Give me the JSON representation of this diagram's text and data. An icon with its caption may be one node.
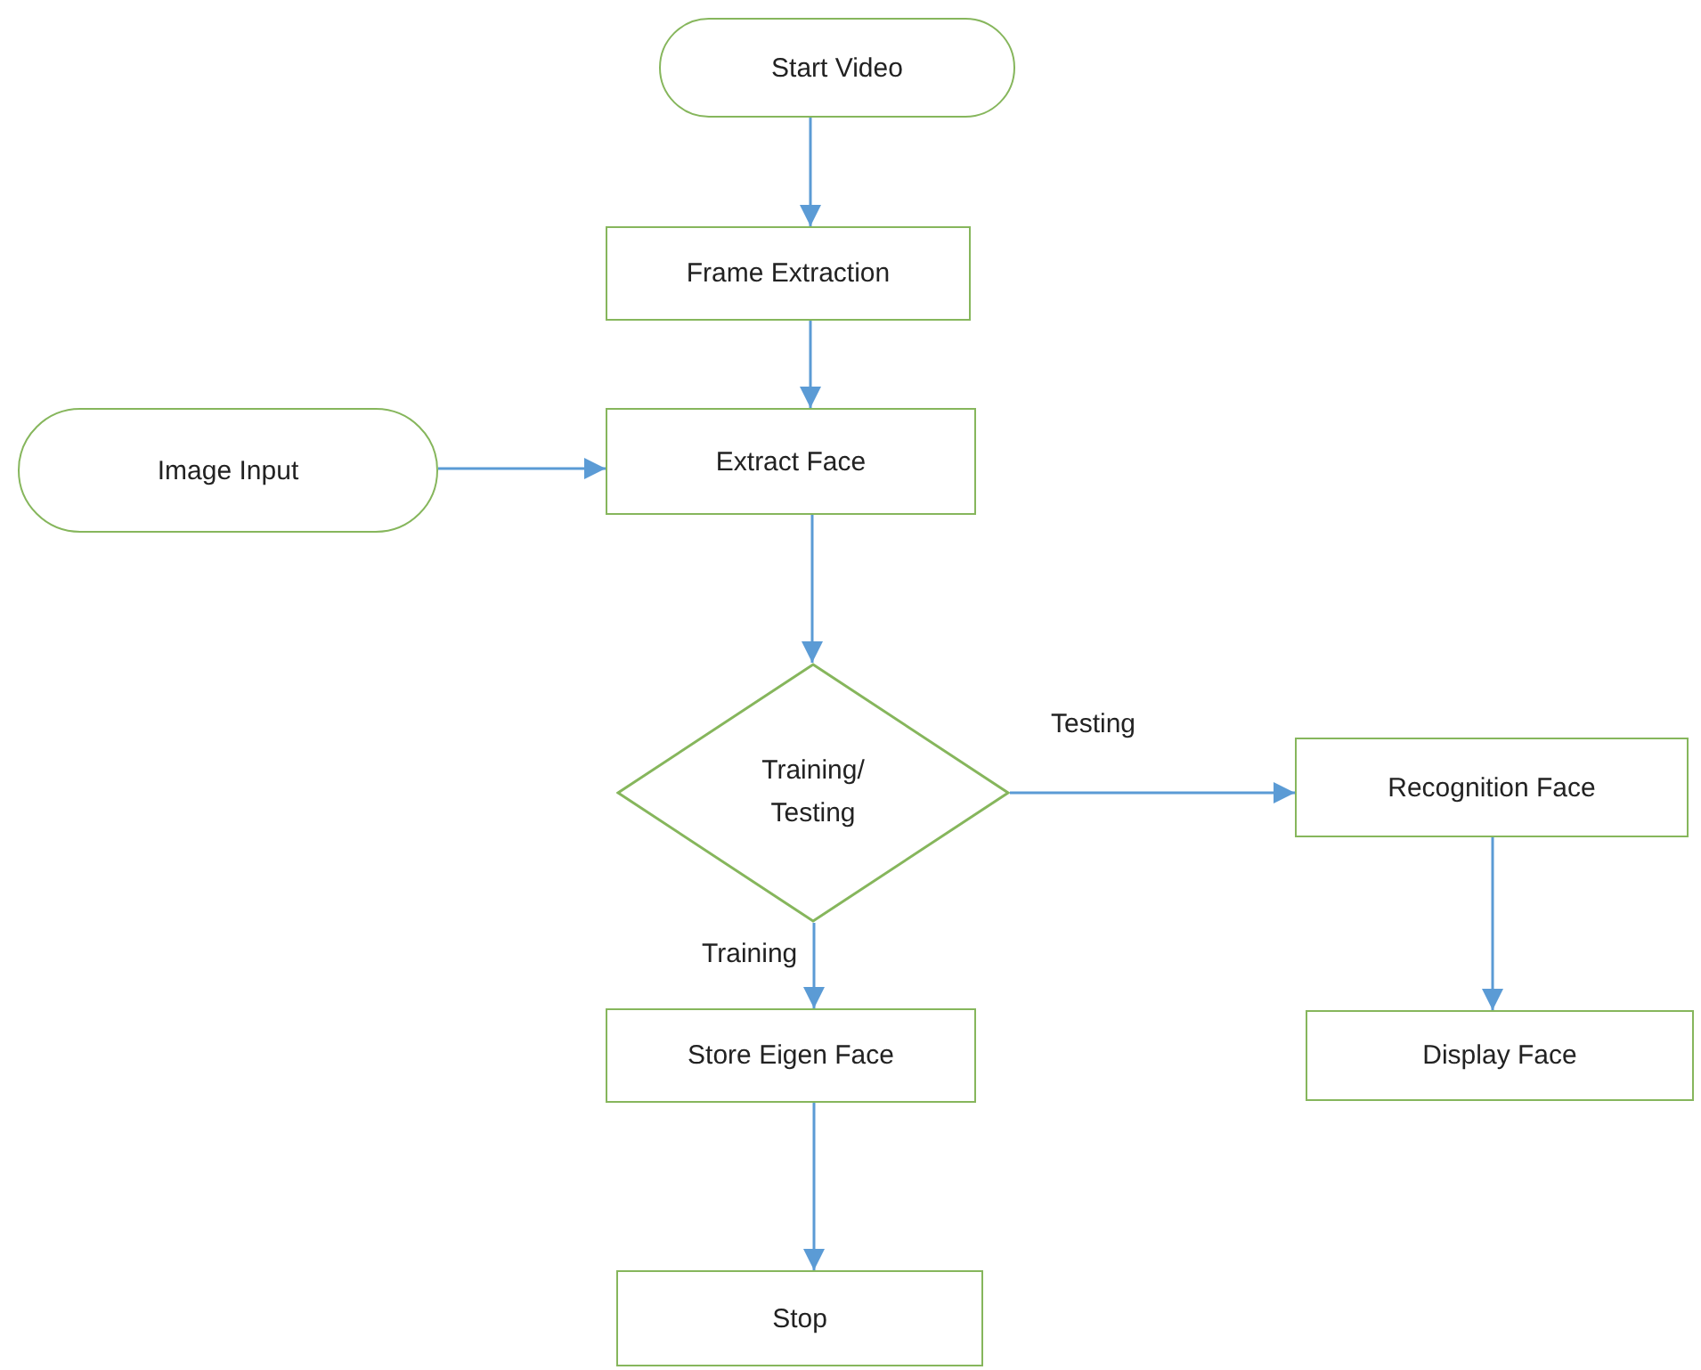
{
  "diagram": {
    "nodes": [
      {
        "text": [
          "Start Video"
        ]
      },
      {
        "text": [
          "Frame Extraction"
        ]
      },
      {
        "text": [
          "Image Input"
        ]
      },
      {
        "text": [
          "Extract Face"
        ]
      },
      {
        "text": [
          "Training/ Testing"
        ]
      },
      {
        "text": [
          "Recognition Face"
        ]
      },
      {
        "text": [
          "Display Face"
        ]
      },
      {
        "text": [
          "Store Eigen Face"
        ]
      },
      {
        "text": [
          "Stop"
        ]
      }
    ],
    "edges": [
      {
        "from": 0,
        "to": 1,
        "arrow": "to"
      },
      {
        "from": 1,
        "to": 3,
        "arrow": "to"
      },
      {
        "from": 2,
        "to": 3,
        "arrow": "to"
      },
      {
        "from": 3,
        "to": 4,
        "arrow": "to"
      },
      {
        "from": 4,
        "to": 5,
        "arrow": "to",
        "label": "Testing"
      },
      {
        "from": 5,
        "to": 6,
        "arrow": "to"
      },
      {
        "from": 4,
        "to": 7,
        "arrow": "to",
        "label": "Training"
      },
      {
        "from": 7,
        "to": 8,
        "arrow": "to"
      }
    ]
  }
}
